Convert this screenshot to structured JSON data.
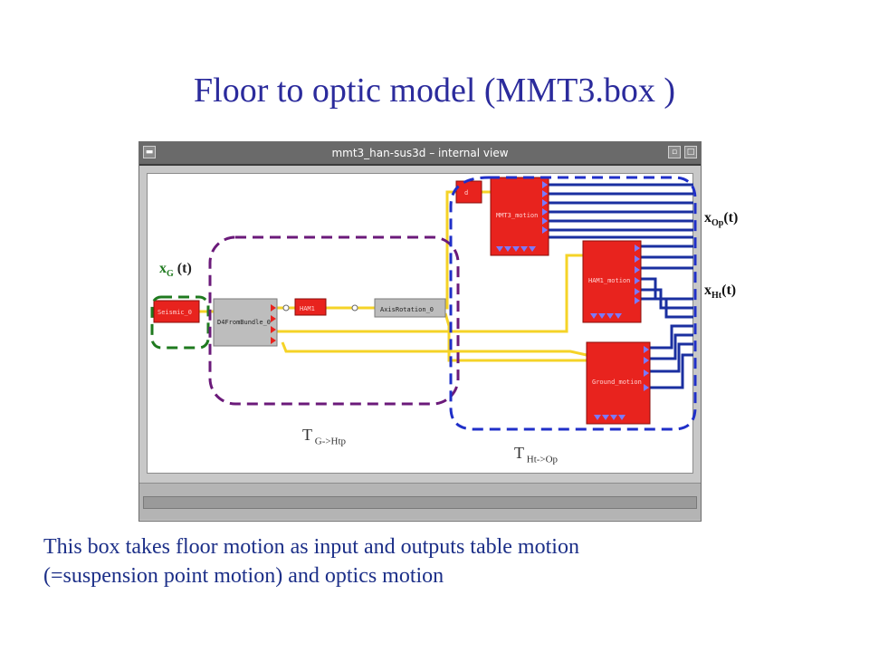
{
  "title": "Floor to optic model (MMT3.box )",
  "window": {
    "title": "mmt3_han-sus3d – internal view"
  },
  "blocks": {
    "seismic": "Seismic_0",
    "d4": "D4FromBundle_0",
    "ham1": "HAM1",
    "axis": "AxisRotation_0",
    "d": "d",
    "mmt3": "MMT3_motion",
    "ham1_motion": "HAM1_motion",
    "ground": "Ground_motion"
  },
  "labels": {
    "xg_main": "x",
    "xg_sub": "G",
    "xg_tail": " (t)",
    "xop_main": "x",
    "xop_sub": "Op",
    "xop_tail": "(t)",
    "xht_main": "x",
    "xht_sub": "Ht",
    "xht_tail": "(t)",
    "tg_main": "T",
    "tg_sub": " G->Htp",
    "tht_main": "T",
    "tht_sub": " Ht->Op"
  },
  "colors": {
    "title": "#2b2b9c",
    "block_red": "#e8231e",
    "wire_yellow": "#f5d327",
    "wire_blue": "#1a2fa0",
    "dash_green": "#1f7a1f",
    "dash_purple": "#6b1a7a",
    "dash_blue": "#1f2fc8"
  },
  "caption": {
    "line1": "This box takes floor motion as input and outputs table motion",
    "line2": "(=suspension point motion) and optics motion"
  }
}
